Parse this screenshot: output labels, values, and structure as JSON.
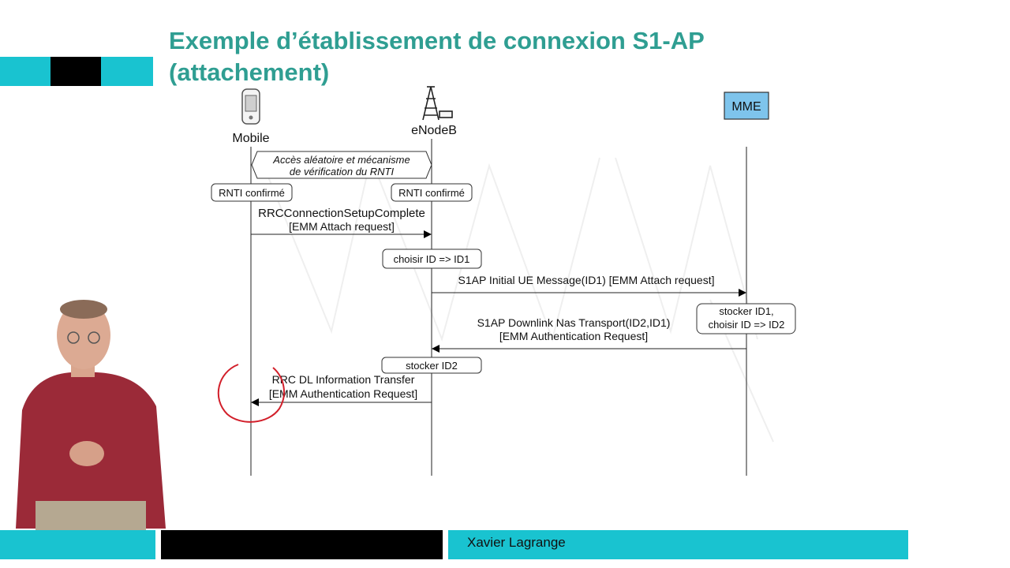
{
  "slide": {
    "title_line1": "Exemple d’établissement de connexion S1-AP",
    "title_line2": "(attachement)",
    "presenter": "Xavier Lagrange"
  },
  "colors": {
    "teal": "#19c3d0",
    "black": "#000000",
    "title": "#2f9e92",
    "mme_box": "#7ec4ec",
    "annotation": "#d21f2a"
  },
  "entities": {
    "mobile": "Mobile",
    "enodeb": "eNodeB",
    "mme": "MME"
  },
  "notes": {
    "random_access_line1": "Accès aléatoire et mécanisme",
    "random_access_line2": "de vérification du RNTI",
    "rnti_mobile": "RNTI confirmé",
    "rnti_enodeb": "RNTI confirmé",
    "choose_id1": "choisir ID => ID1",
    "mme_store_line1": "stocker ID1,",
    "mme_store_line2": "choisir ID => ID2",
    "store_id2": "stocker ID2"
  },
  "messages": {
    "rrc_setup_line1": "RRCConnectionSetupComplete",
    "rrc_setup_line2": "[EMM Attach request]",
    "s1ap_initial": "S1AP Initial UE Message(ID1) [EMM Attach request]",
    "s1ap_downlink_line1": "S1AP Downlink Nas Transport(ID2,ID1)",
    "s1ap_downlink_line2": "[EMM Authentication Request]",
    "rrc_dl_line1": "RRC DL Information Transfer",
    "rrc_dl_line2": "[EMM Authentication Request]"
  }
}
